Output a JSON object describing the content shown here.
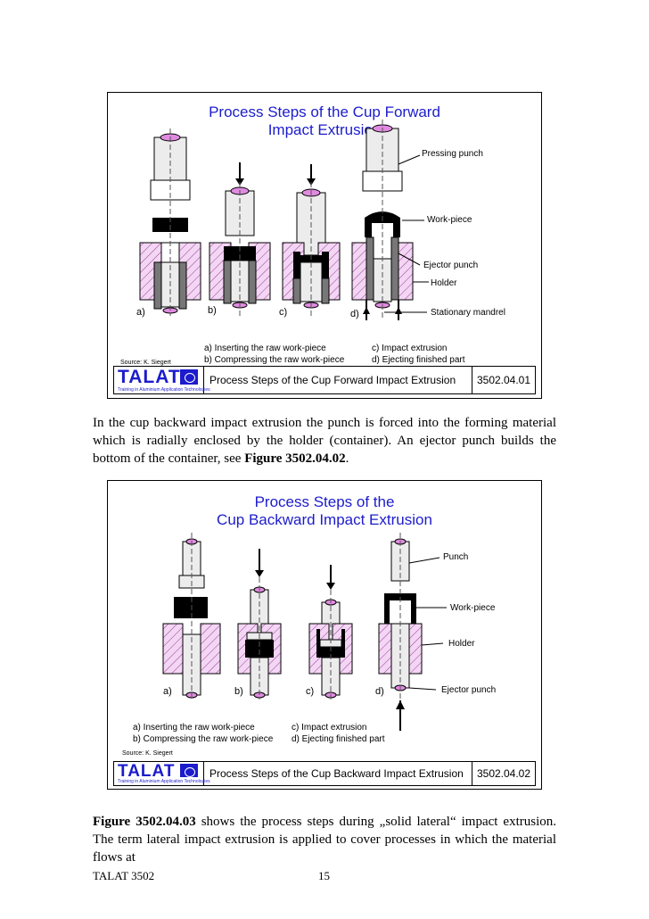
{
  "figure1": {
    "title_line1": "Process Steps of the Cup Forward",
    "title_line2": "Impact Extrusion",
    "labels": {
      "pressing_punch": "Pressing punch",
      "work_piece": "Work-piece",
      "ejector_punch": "Ejector punch",
      "holder": "Holder",
      "stationary_mandrel": "Stationary mandrel"
    },
    "steps": [
      "a)",
      "b)",
      "c)",
      "d)"
    ],
    "legend": {
      "a": "a) Inserting the raw work-piece",
      "b": "b) Compressing the raw work-piece",
      "c": "c) Impact extrusion",
      "d": "d) Ejecting finished part"
    },
    "source": "Source: K. Siegert",
    "footer_title": "Process Steps of the Cup Forward Impact Extrusion",
    "footer_code": "3502.04.01"
  },
  "paragraph1": {
    "text": "In the cup backward impact extrusion the punch is forced into the forming material which is radially enclosed by the holder (container). An ejector punch builds the bottom of the container, see ",
    "ref": "Figure 3502.04.02",
    "end": "."
  },
  "figure2": {
    "title_line1": "Process Steps of the",
    "title_line2": "Cup Backward Impact Extrusion",
    "labels": {
      "punch": "Punch",
      "work_piece": "Work-piece",
      "holder": "Holder",
      "ejector_punch": "Ejector punch"
    },
    "steps": [
      "a)",
      "b)",
      "c)",
      "d)"
    ],
    "legend": {
      "a": "a) Inserting the raw work-piece",
      "b": "b) Compressing the raw work-piece",
      "c": "c) Impact extrusion",
      "d": "d) Ejecting finished part"
    },
    "source": "Source: K. Siegert",
    "footer_title": "Process Steps of the Cup Backward Impact Extrusion",
    "footer_code": "3502.04.02"
  },
  "paragraph2": {
    "ref": "Figure 3502.04.03",
    "text": " shows the process steps during „solid lateral“ impact extrusion. The term lateral impact extrusion is applied to cover processes in which the material flows at"
  },
  "logo": {
    "word": "TALAT",
    "tagline": "Training in Aluminium Application Technologies"
  },
  "page_footer": {
    "left": "TALAT 3502",
    "page_number": "15"
  }
}
